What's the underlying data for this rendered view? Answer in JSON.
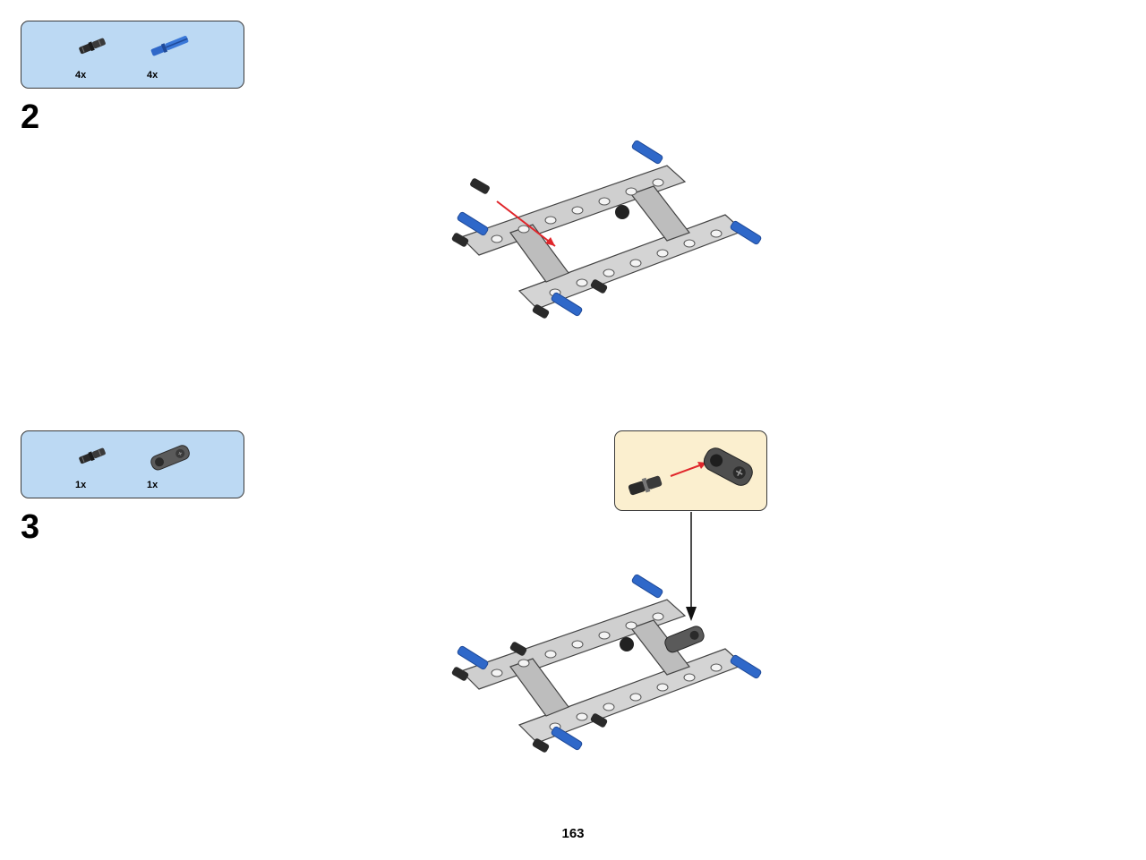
{
  "steps": [
    {
      "number": "2",
      "parts": [
        {
          "qty": "4x",
          "icon": "black-friction-pin-icon"
        },
        {
          "qty": "4x",
          "icon": "blue-axle-pin-icon"
        }
      ]
    },
    {
      "number": "3",
      "parts": [
        {
          "qty": "1x",
          "icon": "black-friction-pin-icon"
        },
        {
          "qty": "1x",
          "icon": "dark-gray-connector-icon"
        }
      ]
    }
  ],
  "page_number": "163",
  "colors": {
    "parts_box": "#bcd9f3",
    "callout_box": "#fbefcf",
    "beam_gray": "#c9c9c9",
    "pin_blue": "#2f68c9",
    "arrow_red": "#e0262b"
  }
}
